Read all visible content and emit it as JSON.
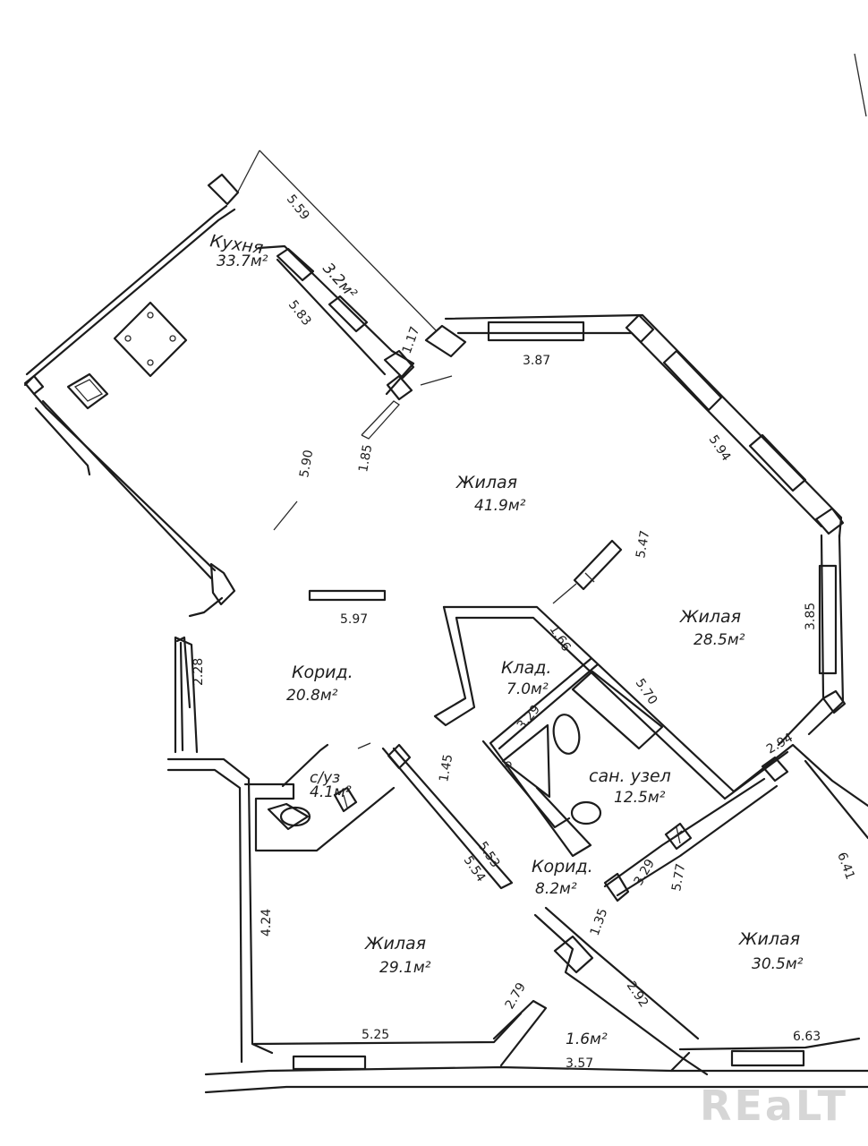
{
  "rooms": {
    "kitchen": {
      "name": "Кухня",
      "area": "33.7м²"
    },
    "living_main": {
      "name": "Жилая",
      "area": "41.9м²"
    },
    "living_east": {
      "name": "Жилая",
      "area": "28.5м²"
    },
    "corridor_main": {
      "name": "Корид.",
      "area": "20.8м²"
    },
    "pantry": {
      "name": "Клад.",
      "area": "7.0м²"
    },
    "bathroom": {
      "name": "сан. узел",
      "area": "12.5м²"
    },
    "wc": {
      "name": "с/уз",
      "area": "4.1м²"
    },
    "corridor_small": {
      "name": "Корид.",
      "area": "8.2м²"
    },
    "living_sw": {
      "name": "Жилая",
      "area": "29.1м²"
    },
    "living_se": {
      "name": "Жилая",
      "area": "30.5м²"
    },
    "balcony_north": {
      "name": "",
      "area": "3.2м²"
    },
    "small_room": {
      "name": "",
      "area": "1.6м²"
    }
  },
  "dimensions": {
    "d559": "5.59",
    "d583": "5.83",
    "d117": "1.17",
    "d387": "3.87",
    "d594": "5.94",
    "d590": "5.90",
    "d185": "1.85",
    "d547": "5.47",
    "d385": "3.85",
    "d597": "5.97",
    "d228": "2.28",
    "d166": "1.66",
    "d570": "5.70",
    "d329a": "3.29",
    "d294": "2.94",
    "d145": "1.45",
    "d553": "5.53",
    "d554": "5.54",
    "d329b": "3.29",
    "d577": "5.77",
    "d641": "6.41",
    "d424": "4.24",
    "d135": "1.35",
    "d279": "2.79",
    "d292": "2.92",
    "d525": "5.25",
    "d357": "3.57",
    "d663": "6.63"
  },
  "watermark": "REaLT"
}
